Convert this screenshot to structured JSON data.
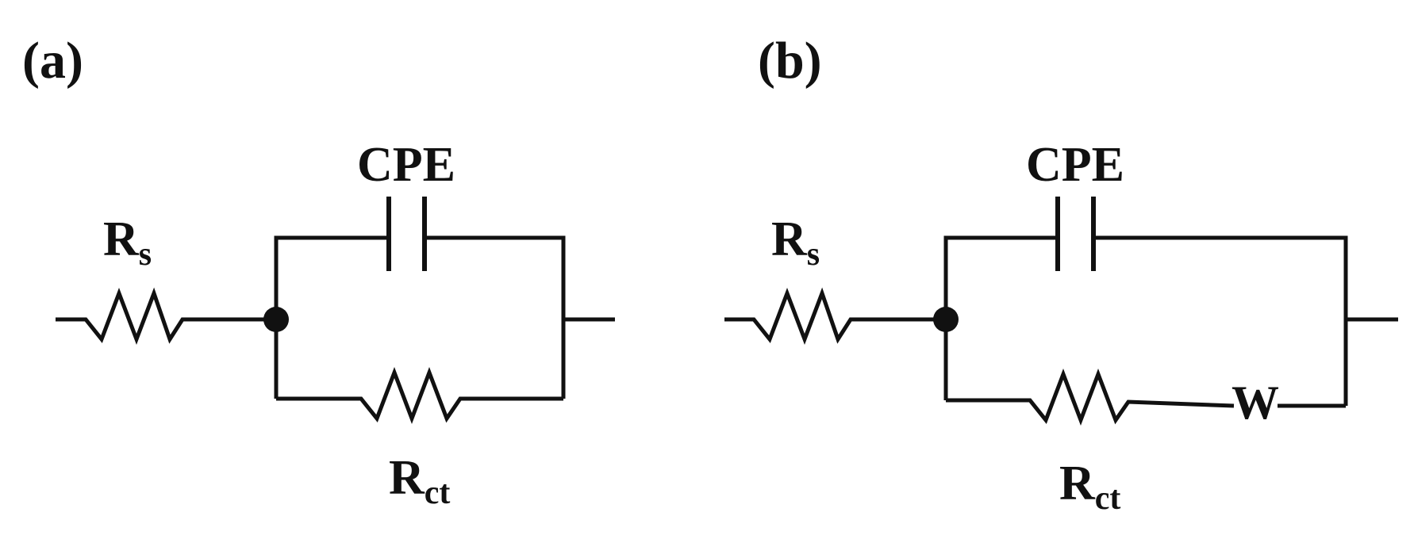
{
  "panels": [
    {
      "id": "a",
      "label": "(a)",
      "cpe_label": "CPE",
      "rs": {
        "main": "R",
        "sub": "s"
      },
      "rct": {
        "main": "R",
        "sub": "ct"
      }
    },
    {
      "id": "b",
      "label": "(b)",
      "cpe_label": "CPE",
      "rs": {
        "main": "R",
        "sub": "s"
      },
      "rct": {
        "main": "R",
        "sub": "ct"
      },
      "warburg_label": "W"
    }
  ],
  "colors": {
    "ink": "#111111",
    "background": "#ffffff"
  }
}
